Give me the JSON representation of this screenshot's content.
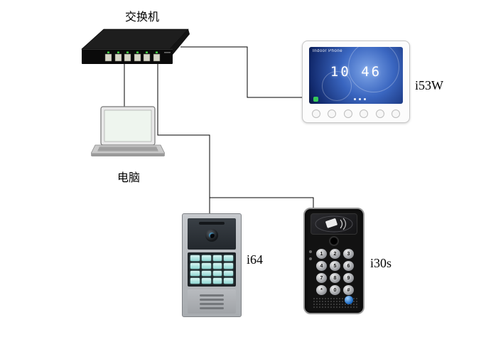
{
  "labels": {
    "switch": "交换机",
    "computer": "电脑",
    "monitor": "i53W",
    "doorphone_i64": "i64",
    "doorphone_i30s": "i30s"
  },
  "monitor": {
    "brand": "Indoor Phone",
    "time": "10 46"
  },
  "i30s": {
    "keypad": [
      "1",
      "2",
      "3",
      "4",
      "5",
      "6",
      "7",
      "8",
      "9",
      "*",
      "0",
      "#"
    ]
  },
  "colors": {
    "wire": "#000000",
    "monitor_screen_blue": "#2b56b0",
    "i64_key_teal": "#8fd6d2",
    "i30s_logo_blue": "#1565c0"
  }
}
